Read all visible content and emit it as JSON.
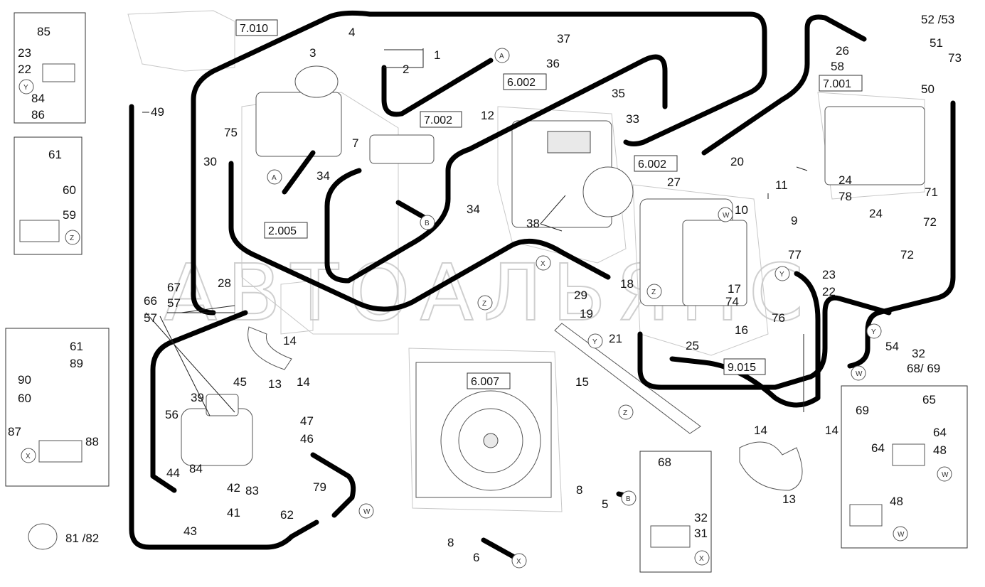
{
  "watermark": "АВТОАЛЬЯНС",
  "refs": [
    "7.010",
    "6.002",
    "7.002",
    "2.005",
    "6.002",
    "7.001",
    "9.015",
    "6.007"
  ],
  "labels": [
    "85",
    "23",
    "22",
    "84",
    "86",
    "61",
    "60",
    "59",
    "61",
    "89",
    "90",
    "60",
    "87",
    "88",
    "81 /82",
    "49",
    "4",
    "3",
    "1",
    "2",
    "30",
    "75",
    "7",
    "34",
    "34",
    "12",
    "37",
    "36",
    "35",
    "33",
    "27",
    "20",
    "11",
    "10",
    "9",
    "38",
    "29",
    "18",
    "19",
    "77",
    "17",
    "74",
    "76",
    "16",
    "21",
    "25",
    "26",
    "52 /53",
    "51",
    "73",
    "58",
    "50",
    "71",
    "72",
    "72",
    "24",
    "78",
    "24",
    "23",
    "22",
    "54",
    "32",
    "68/ 69",
    "67",
    "28",
    "66",
    "57",
    "57",
    "14",
    "14",
    "13",
    "15",
    "45",
    "39",
    "56",
    "47",
    "46",
    "44",
    "84",
    "42",
    "83",
    "41",
    "43",
    "79",
    "62",
    "8",
    "5",
    "8",
    "6",
    "14",
    "14",
    "13",
    "68",
    "32",
    "31",
    "69",
    "65",
    "64",
    "48",
    "64",
    "48"
  ],
  "circles": [
    "A",
    "B",
    "A",
    "B",
    "Y",
    "Z",
    "X",
    "W",
    "Y",
    "Z",
    "X",
    "W",
    "Y",
    "Z",
    "X",
    "W",
    "W",
    "X",
    "Y",
    "W",
    "Z"
  ]
}
